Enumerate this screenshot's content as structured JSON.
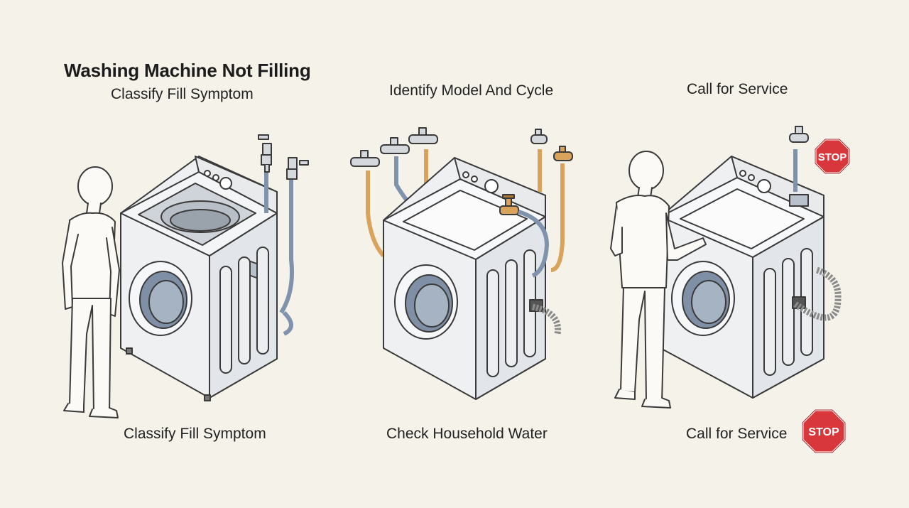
{
  "header": {
    "title": "Washing Machine Not Filling"
  },
  "steps": [
    {
      "top_label": "Classify Fill Symptom",
      "bottom_label": "Classify Fill Symptom"
    },
    {
      "top_label": "Identify Model And Cycle",
      "bottom_label": "Check Household Water"
    },
    {
      "top_label": "Call for Service",
      "bottom_label": "Call for Service",
      "stop_sign_text": "STOP",
      "stop_sign_bottom_text": "STOP"
    }
  ],
  "colors": {
    "background": "#f5f2ea",
    "hose_blue": "#7f93ad",
    "hose_orange": "#d9a35c",
    "stop_red": "#d8383b"
  }
}
